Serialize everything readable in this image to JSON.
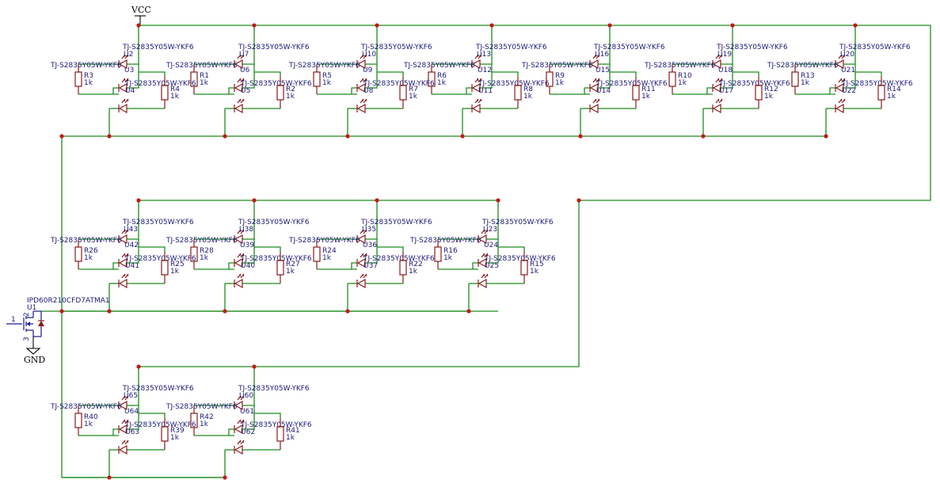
{
  "power": {
    "vcc": "VCC",
    "gnd": "GND"
  },
  "mosfet": {
    "part": "IPD60R210CFD7ATMA1",
    "ref": "U1",
    "pins": [
      "1",
      "2",
      "3"
    ]
  },
  "led_part": "TJ-S2835Y05W-YKF6",
  "resistor_value": "1k",
  "rows": [
    {
      "cells": [
        {
          "leds": [
            "U2",
            "U3",
            "U4"
          ],
          "resistors": [
            "R3",
            "R4"
          ]
        },
        {
          "leds": [
            "U7",
            "U6",
            "U5"
          ],
          "resistors": [
            "R1",
            "R2"
          ]
        },
        {
          "leds": [
            "U10",
            "U9",
            "U8"
          ],
          "resistors": [
            "R5",
            "R7"
          ]
        },
        {
          "leds": [
            "U13",
            "U12",
            "U11"
          ],
          "resistors": [
            "R6",
            "R8"
          ]
        },
        {
          "leds": [
            "U16",
            "U15",
            "U14"
          ],
          "resistors": [
            "R9",
            "R11"
          ]
        },
        {
          "leds": [
            "U19",
            "U18",
            "U17"
          ],
          "resistors": [
            "R10",
            "R12"
          ]
        },
        {
          "leds": [
            "U20",
            "U21",
            "U22"
          ],
          "resistors": [
            "R13",
            "R14"
          ]
        }
      ]
    },
    {
      "cells": [
        {
          "leds": [
            "U43",
            "U42",
            "U41"
          ],
          "resistors": [
            "R26",
            "R25"
          ]
        },
        {
          "leds": [
            "U38",
            "U39",
            "U40"
          ],
          "resistors": [
            "R28",
            "R27"
          ]
        },
        {
          "leds": [
            "U35",
            "U36",
            "U37"
          ],
          "resistors": [
            "R24",
            "R22"
          ]
        },
        {
          "leds": [
            "U23",
            "U24",
            "U25"
          ],
          "resistors": [
            "R16",
            "R15"
          ]
        }
      ]
    },
    {
      "cells": [
        {
          "leds": [
            "U65",
            "U64",
            "U63"
          ],
          "resistors": [
            "R40",
            "R39"
          ]
        },
        {
          "leds": [
            "U60",
            "U61",
            "U62"
          ],
          "resistors": [
            "R42",
            "R41"
          ]
        }
      ]
    }
  ]
}
